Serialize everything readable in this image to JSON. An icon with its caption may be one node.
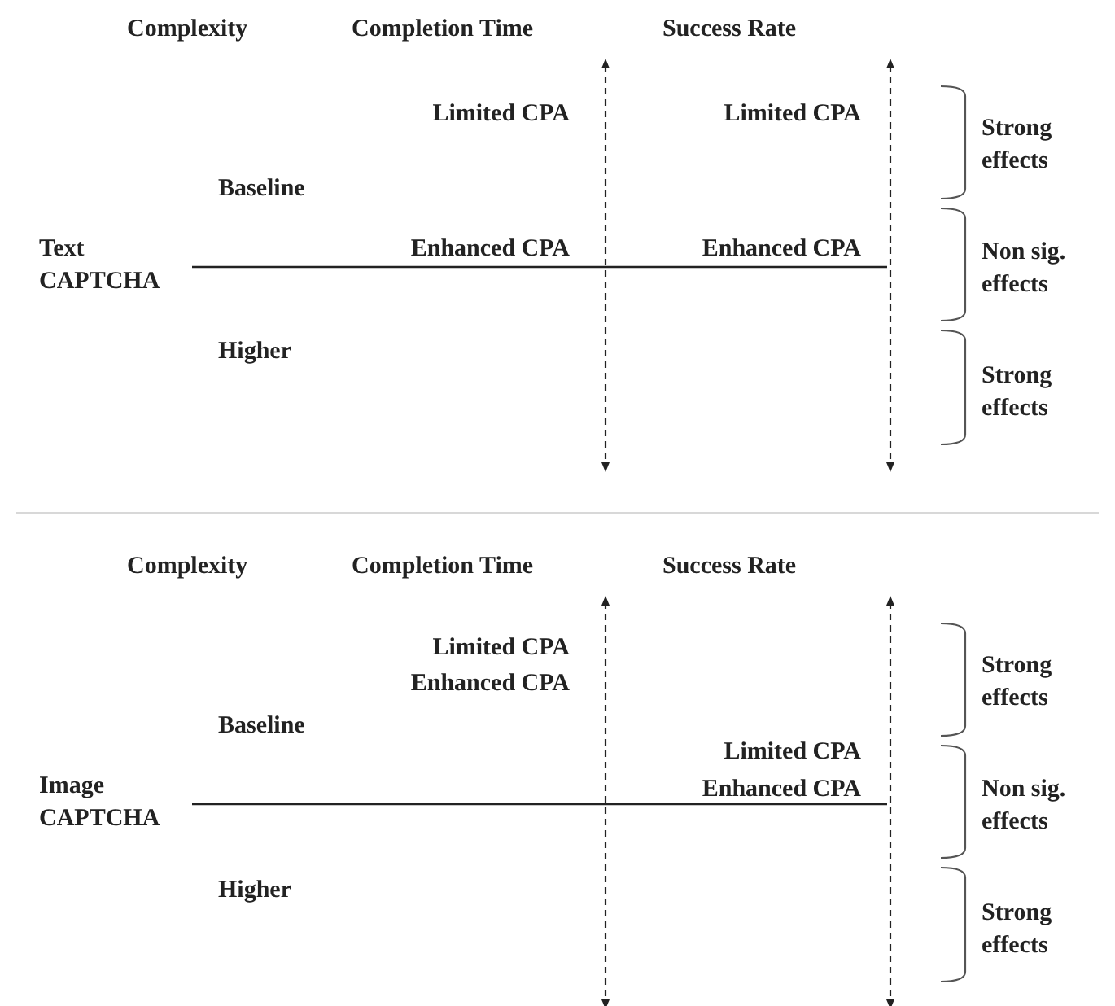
{
  "diagram": {
    "labels": [
      "Complexity",
      "Completion Time",
      "Success Rate",
      "Limited CPA",
      "Limited CPA",
      "Strong effects",
      "Baseline",
      "Text CAPTCHA",
      "Enhanced CPA",
      "Enhanced CPA",
      "Non sig. effects",
      "Higher",
      "Strong effects",
      "Complexity",
      "Completion Time",
      "Success Rate",
      "Limited CPA",
      "Enhanced CPA",
      "Strong effects",
      "Baseline",
      "Limited CPA",
      "Image CAPTCHA",
      "Enhanced CPA",
      "Non sig. effects",
      "Higher",
      "Strong effects"
    ]
  }
}
